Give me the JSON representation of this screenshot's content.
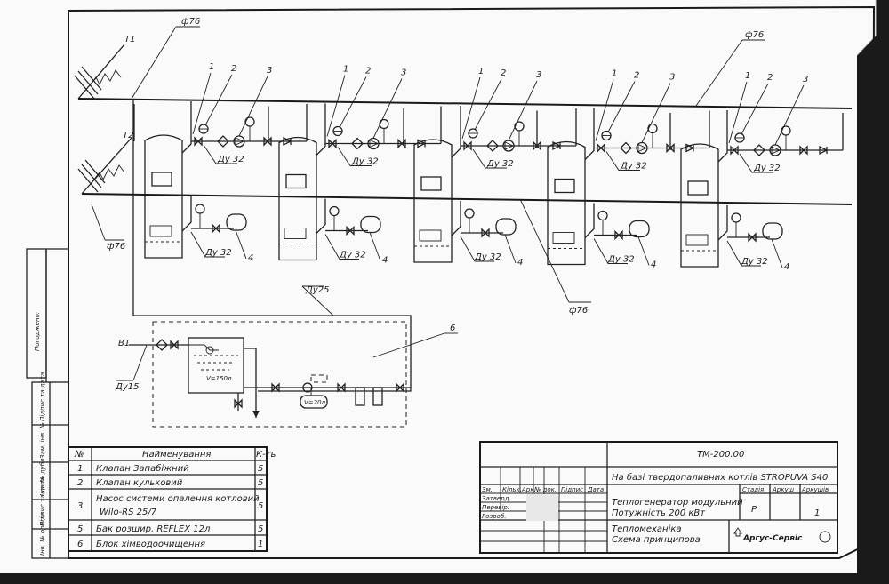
{
  "drawing": {
    "stamp_side": "Погоджено:",
    "left_strip": [
      "Інв. № оригін.",
      "Підпис та дата",
      "Інв. № дубл.",
      "Зам. інв. №",
      "Підпис та дата"
    ],
    "pipe_main": "ф76",
    "pipe_dn32": "Ду 32",
    "pipe_dn25": "Ду25",
    "pipe_dn15": "Ду15",
    "t1": "Т1",
    "t2": "Т2",
    "b1": "В1",
    "callout_6": "6",
    "callout_4": "4",
    "numbers": [
      "1",
      "2",
      "3"
    ],
    "tank_volume": "V=150л",
    "exp_volume": "V=20л"
  },
  "spec_table": {
    "headers": [
      "№",
      "Найменування",
      "К-ть"
    ],
    "rows": [
      {
        "no": "1",
        "name": "Клапан Запабіжний",
        "qty": "5"
      },
      {
        "no": "2",
        "name": "Клапан кульковий",
        "qty": "5"
      },
      {
        "no": "3",
        "name": "Насос системи опалення котловий",
        "name2": "Wilo-RS 25/7",
        "qty": "5"
      },
      {
        "no": "5",
        "name": "Бак розшир. REFLEX 12л",
        "qty": "5"
      },
      {
        "no": "6",
        "name": "Блок хімводоочищення",
        "qty": "1"
      }
    ]
  },
  "title_block": {
    "code": "ТМ-200.00",
    "subtitle": "На базі твердопаливних котлів STROPUVA S40",
    "col_heads": [
      "Зм.",
      "Кільк.",
      "Арк.",
      "№ док.",
      "Підпис",
      "Дата"
    ],
    "roles": [
      "Затверд.",
      "Перевір.",
      "Розроб."
    ],
    "name_line1": "Теплогенератор модульний",
    "name_line2": "Потужність 200 кВт",
    "stage_heads": [
      "Стадія",
      "Аркуш",
      "Аркушів"
    ],
    "stage": "Р",
    "sheets": "1",
    "section_line1": "Тепломеханіка",
    "section_line2": "Схема принципова",
    "company": "Аргус-Сервіс"
  }
}
